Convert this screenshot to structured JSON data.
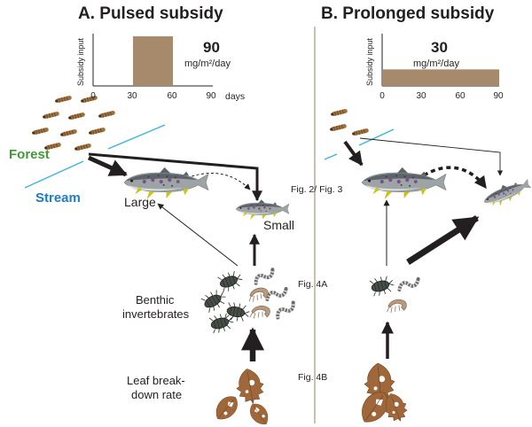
{
  "panels": {
    "a": {
      "title": "A. Pulsed subsidy",
      "chart": {
        "ylabel": "Subsidy input",
        "xlabel": "days",
        "ticks": [
          "0",
          "30",
          "60",
          "90"
        ],
        "value": "90",
        "unit": "mg/m²/day"
      }
    },
    "b": {
      "title": "B. Prolonged subsidy",
      "chart": {
        "ylabel": "Subsidy input",
        "ticks": [
          "0",
          "30",
          "60",
          "90"
        ],
        "value": "30",
        "unit": "mg/m²/day"
      }
    }
  },
  "labels": {
    "forest": "Forest",
    "stream": "Stream",
    "large": "Large",
    "small": "Small",
    "benthic_line1": "Benthic",
    "benthic_line2": "invertebrates",
    "leaf_line1": "Leaf break-",
    "leaf_line2": "down rate",
    "fig_2_3": "Fig. 2/ Fig. 3",
    "fig_4a": "Fig. 4A",
    "fig_4b": "Fig. 4B"
  },
  "chart_data": [
    {
      "type": "bar",
      "title": "A. Pulsed subsidy",
      "ylabel": "Subsidy input",
      "xlabel": "days",
      "xlim": [
        0,
        90
      ],
      "x_ticks": [
        0,
        30,
        60,
        90
      ],
      "segments": [
        {
          "start": 30,
          "end": 60,
          "value": 90
        }
      ],
      "unit": "mg/m²/day"
    },
    {
      "type": "bar",
      "title": "B. Prolonged subsidy",
      "ylabel": "Subsidy input",
      "xlim": [
        0,
        90
      ],
      "x_ticks": [
        0,
        30,
        60,
        90
      ],
      "segments": [
        {
          "start": 0,
          "end": 90,
          "value": 30
        }
      ],
      "unit": "mg/m²/day"
    }
  ],
  "colors": {
    "subsidy_fill": "#a68a6b",
    "arrow": "#231f20",
    "forest_green": "#3f9a36",
    "stream_blue": "#1f7dc0",
    "stream_line": "#3ab2e0",
    "larva": "#a0703c",
    "leaf": "#a0683a",
    "fish_body": "#9ea3a6",
    "fish_back": "#5d6469",
    "fish_spot": "#7a4f8e",
    "fin_yellow": "#c9c419",
    "divider": "#9a7d63"
  }
}
